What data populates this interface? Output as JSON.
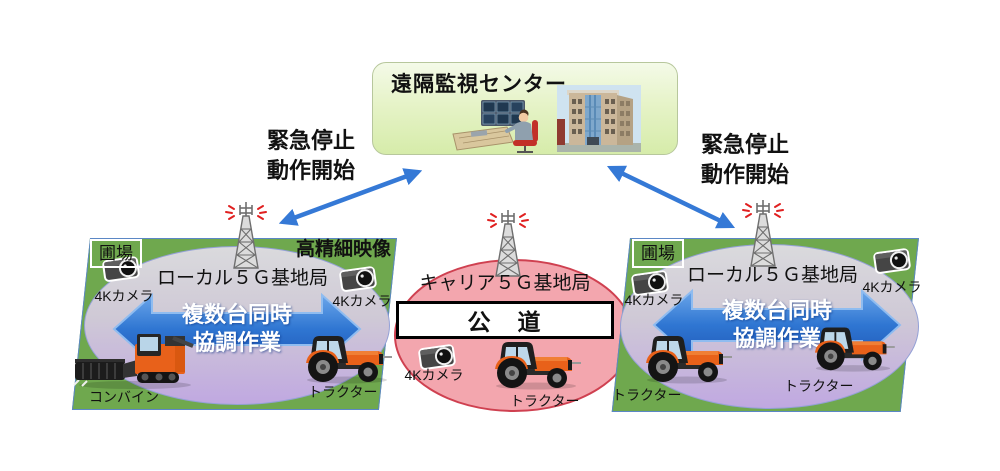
{
  "monitoring_center": {
    "title": "遠隔監視センター"
  },
  "uplink_labels": {
    "left": {
      "line1": "緊急停止",
      "line2": "動作開始"
    },
    "right": {
      "line1": "緊急停止",
      "line2": "動作開始"
    }
  },
  "left_field": {
    "area_label": "圃場",
    "hd_video_label": "高精細映像",
    "station_label": "ローカル５Ｇ基地局",
    "coop_line1": "複数台同時",
    "coop_line2": "協調作業",
    "camera_left_label": "4Kカメラ",
    "camera_right_label": "4Kカメラ",
    "combine_label": "コンバイン",
    "tractor_label": "トラクター"
  },
  "public_road": {
    "station_label": "キャリア５Ｇ基地局",
    "road_label": "公　道",
    "camera_label": "4Kカメラ",
    "tractor_label": "トラクター"
  },
  "right_field": {
    "area_label": "圃場",
    "station_label": "ローカル５Ｇ基地局",
    "coop_line1": "複数台同時",
    "coop_line2": "協調作業",
    "camera_left_label": "4Kカメラ",
    "camera_right_label": "4Kカメラ",
    "tractor_left_label": "トラクター",
    "tractor_right_label": "トラクター"
  },
  "colors": {
    "field_green": "#6fa84e",
    "field_ellipse_top": "#dadadd",
    "field_ellipse_bottom": "#c0a8e1",
    "road_area_pink": "#f3a6ae",
    "road_area_border": "#cf4050",
    "coop_arrow_blue": "#2f76d2",
    "link_arrow_blue": "#3579d6",
    "center_box_green": "#e6f3c8"
  }
}
